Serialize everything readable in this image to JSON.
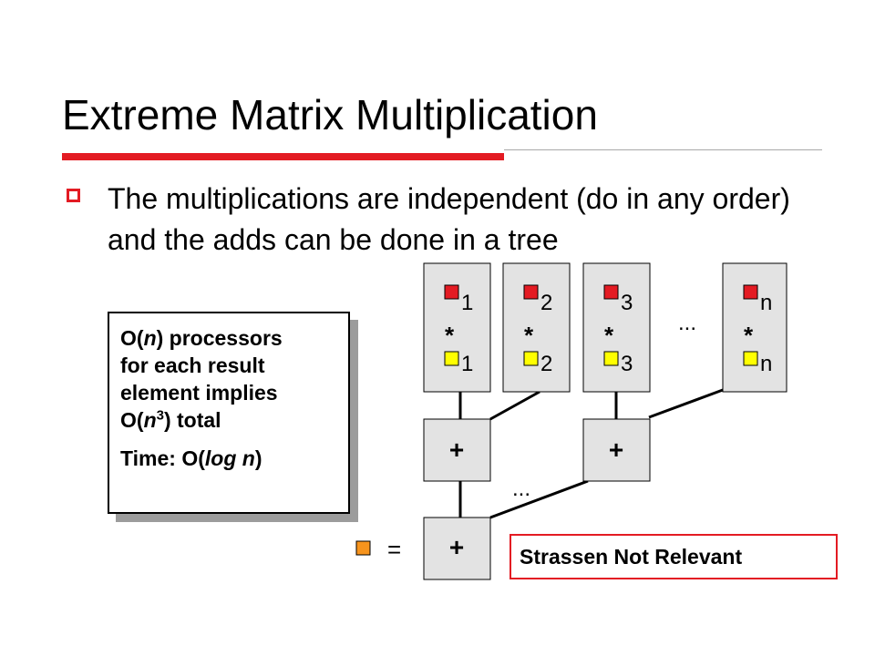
{
  "slide": {
    "title": "Extreme Matrix Multiplication",
    "bullet": "The multiplications are independent (do in any order) and the adds can be done in a tree",
    "info_box": {
      "line1_prefix": "O(",
      "line1_italic": "n",
      "line1_suffix": ") processors",
      "line2": "for each result",
      "line3": "element implies",
      "line4_prefix": "O(",
      "line4_italic": "n",
      "line4_sup": "3",
      "line4_suffix": ") total",
      "time_prefix": "Time: O(",
      "time_italic": "log n",
      "time_suffix": ")"
    },
    "strassen_note": "Strassen Not Relevant",
    "colors": {
      "accent_red": "#e31b23",
      "row_marker": "#e31b23",
      "col_marker": "#ffff00",
      "result_marker": "#f7941d",
      "node_fill": "#e3e3e3"
    }
  },
  "diagram": {
    "multipliers": [
      {
        "top_index": "1",
        "op": "*",
        "bottom_index": "1"
      },
      {
        "top_index": "2",
        "op": "*",
        "bottom_index": "2"
      },
      {
        "top_index": "3",
        "op": "*",
        "bottom_index": "3"
      },
      {
        "top_index": "n",
        "op": "*",
        "bottom_index": "n"
      }
    ],
    "adders": [
      "+",
      "+"
    ],
    "root_adder": "+",
    "ellipsis": "...",
    "equals": "="
  }
}
